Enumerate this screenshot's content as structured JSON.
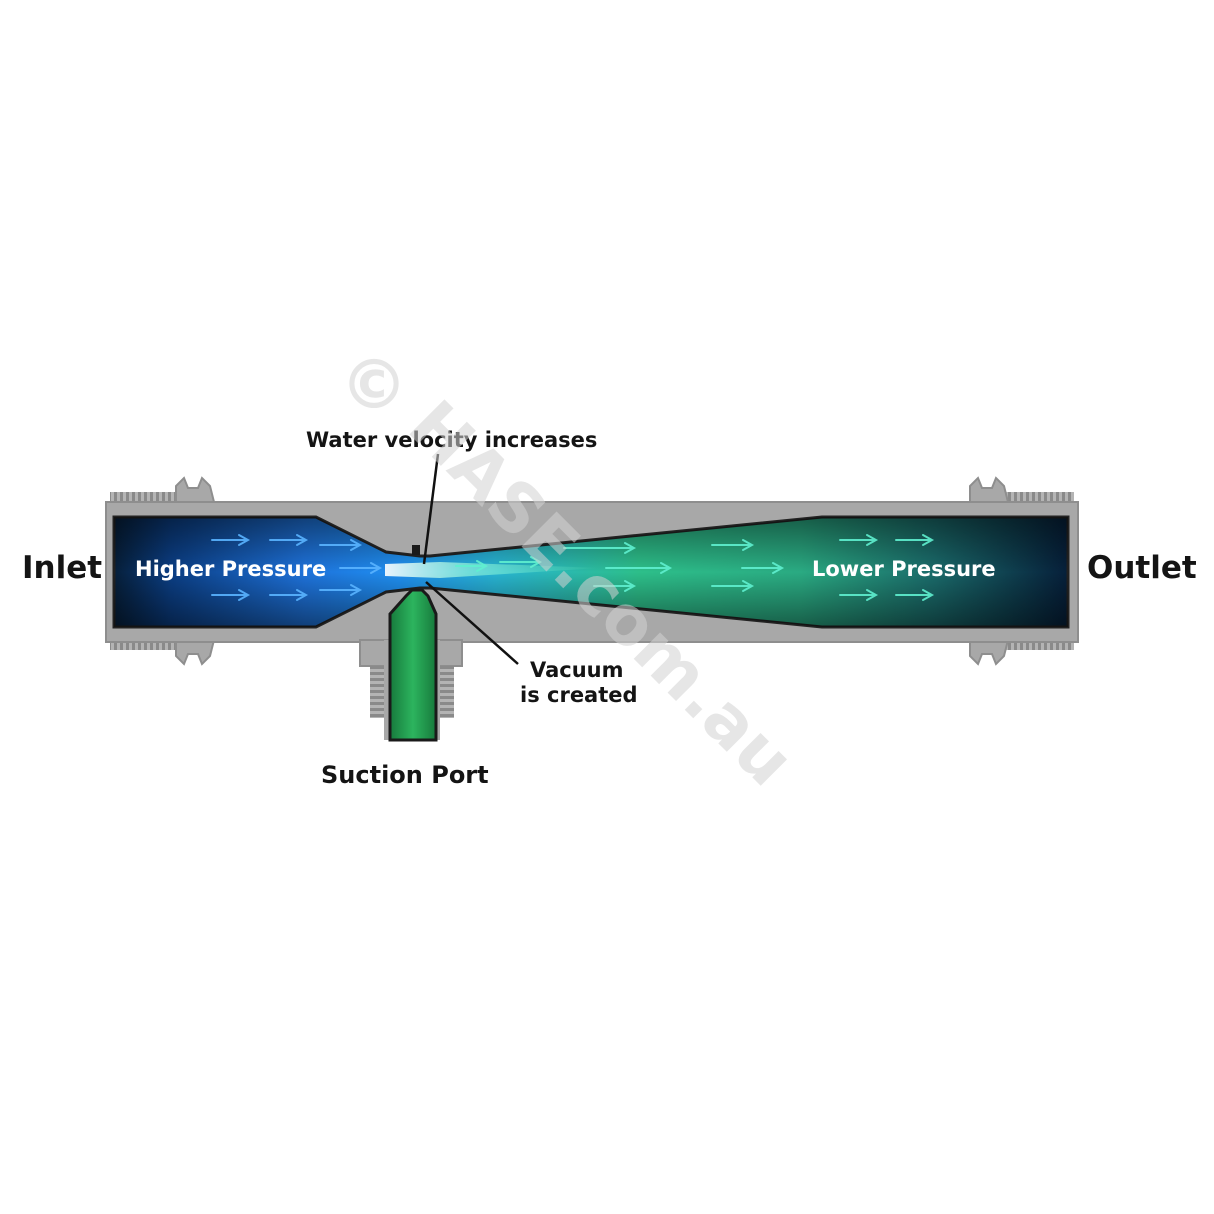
{
  "labels": {
    "inlet": "Inlet",
    "outlet": "Outlet",
    "higher_pressure": "Higher Pressure",
    "lower_pressure": "Lower Pressure",
    "velocity": "Water velocity increases",
    "vacuum_line1": "Vacuum",
    "vacuum_line2": "is created",
    "suction_port": "Suction Port"
  },
  "watermark": {
    "symbol": "©",
    "text": "HASE.com.au"
  },
  "colors": {
    "pipe_body": "#a8a8a8",
    "pipe_edge": "#8e8e8e",
    "fluid_dark": "#061f3a",
    "fluid_blue": "#1e7ae6",
    "fluid_green": "#2fbf7a",
    "suction_green": "#23a050",
    "arrow_blue": "#5ab4ff",
    "arrow_green": "#5ff0cf"
  },
  "icons": {
    "flow_arrow": "arrow-right-icon"
  }
}
